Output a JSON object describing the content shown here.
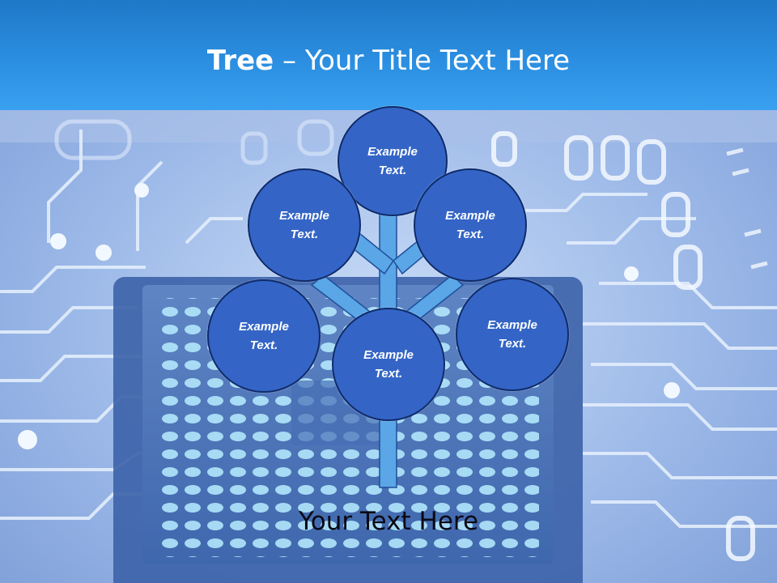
{
  "slide": {
    "title_bold": "Tree",
    "title_rest": " – Your Title Text Here",
    "footer_text": "Your Text Here"
  },
  "tree": {
    "nodes": [
      {
        "id": "top",
        "line1": "Example",
        "line2": "Text."
      },
      {
        "id": "upper-left",
        "line1": "Example",
        "line2": "Text."
      },
      {
        "id": "upper-right",
        "line1": "Example",
        "line2": "Text."
      },
      {
        "id": "middle-left",
        "line1": "Example",
        "line2": "Text."
      },
      {
        "id": "center",
        "line1": "Example",
        "line2": "Text."
      },
      {
        "id": "middle-right",
        "line1": "Example",
        "line2": "Text."
      }
    ]
  },
  "colors": {
    "title_bar": "#2b8ee0",
    "node_fill": "#3465c6",
    "node_border": "#0f2b6b",
    "branch": "#5aa6e6",
    "circuit": "#dbe8fb"
  }
}
